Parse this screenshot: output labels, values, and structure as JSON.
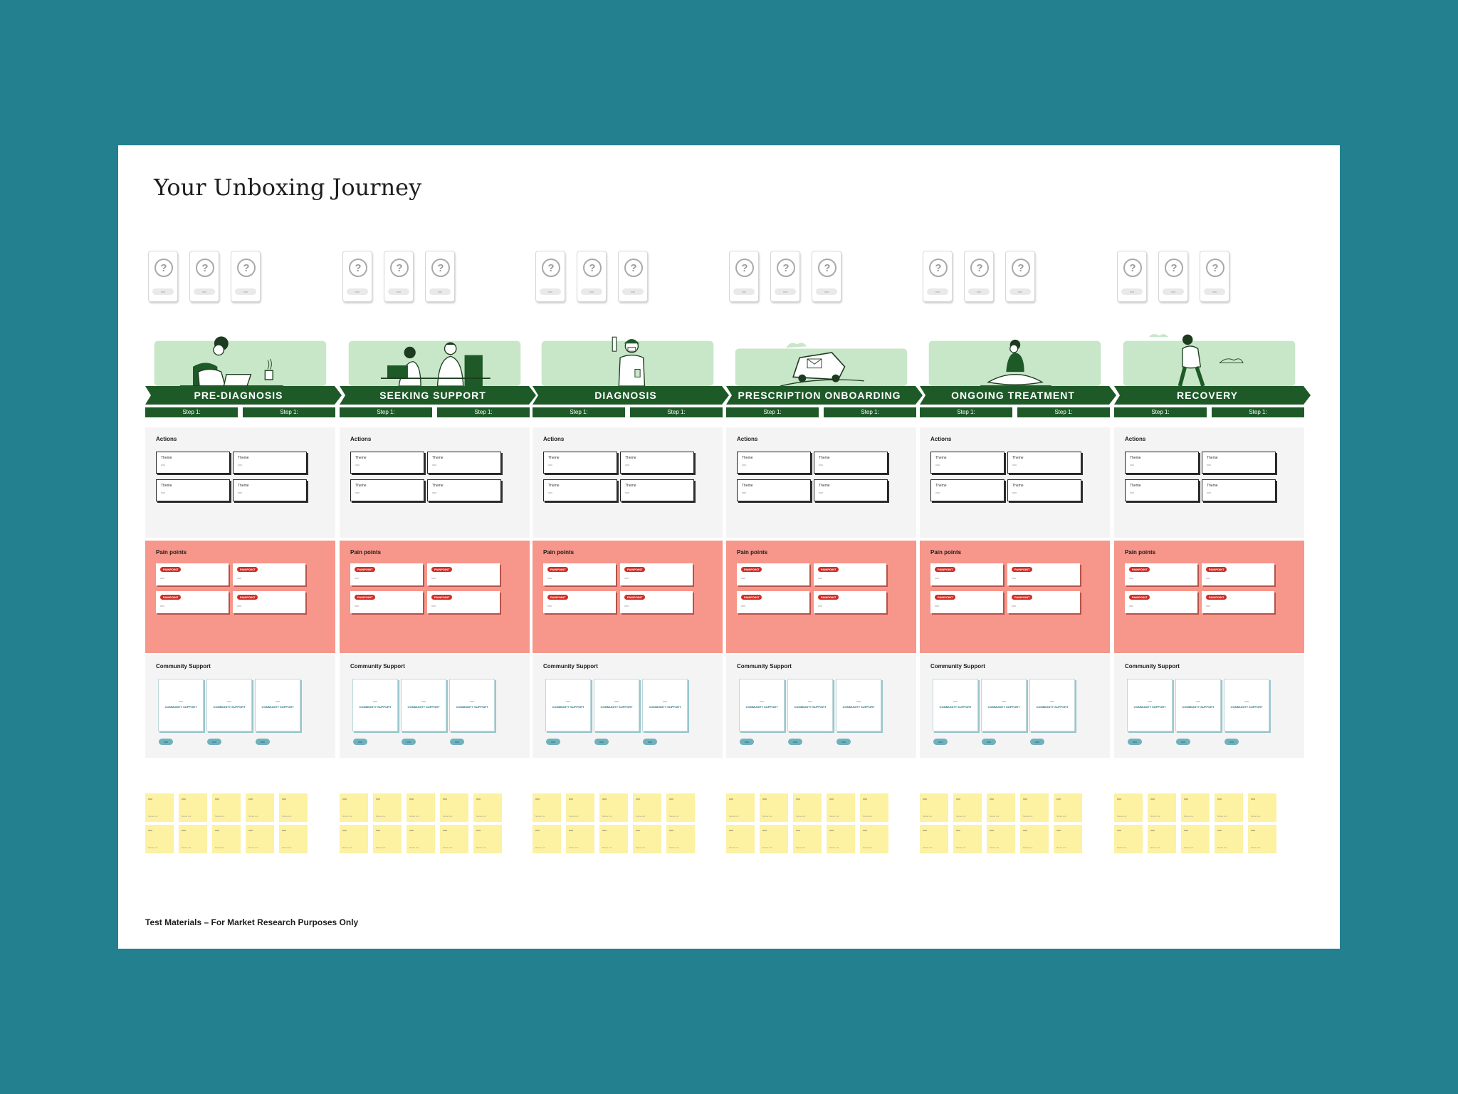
{
  "board": {
    "title": "Your Unboxing Journey",
    "footer": "Test Materials – For Market Research Purposes Only"
  },
  "colors": {
    "background": "#22808f",
    "stage_green": "#1e5a28",
    "illustration_green": "#c8e6c8",
    "pain_lane": "#f7968a",
    "neutral_lane": "#f4f4f4",
    "sticky_yellow": "#fdf1a2"
  },
  "question_card": {
    "icon": "?",
    "label": "xxx"
  },
  "lanes": {
    "actions": "Actions",
    "pain": "Pain points",
    "community": "Community Support"
  },
  "action_card": {
    "theme": "Theme",
    "value": "xxx"
  },
  "pain_card": {
    "tag": "PAINPOINT",
    "value": "xxx"
  },
  "community_card": {
    "value": "xxx",
    "label": "COMMUNITY SUPPORT",
    "pill": "xxx"
  },
  "sticky": {
    "value": "xxx",
    "footer": "Name xxx"
  },
  "stages": [
    {
      "label": "PRE-DIAGNOSIS",
      "steps": [
        "Step 1:",
        "Step 1:"
      ],
      "illustration": "woman-on-phone-at-laptop"
    },
    {
      "label": "SEEKING SUPPORT",
      "steps": [
        "Step 1:",
        "Step 1:"
      ],
      "illustration": "patient-consulting-doctor"
    },
    {
      "label": "DIAGNOSIS",
      "steps": [
        "Step 1:",
        "Step 1:"
      ],
      "illustration": "lab-worker-with-test-tube"
    },
    {
      "label": "PRESCRIPTION ONBOARDING",
      "steps": [
        "Step 1:",
        "Step 1:"
      ],
      "illustration": "delivery-van"
    },
    {
      "label": "ONGOING TREATMENT",
      "steps": [
        "Step 1:",
        "Step 1:"
      ],
      "illustration": "person-meditating"
    },
    {
      "label": "RECOVERY",
      "steps": [
        "Step 1:",
        "Step 1:"
      ],
      "illustration": "person-stretching"
    }
  ]
}
